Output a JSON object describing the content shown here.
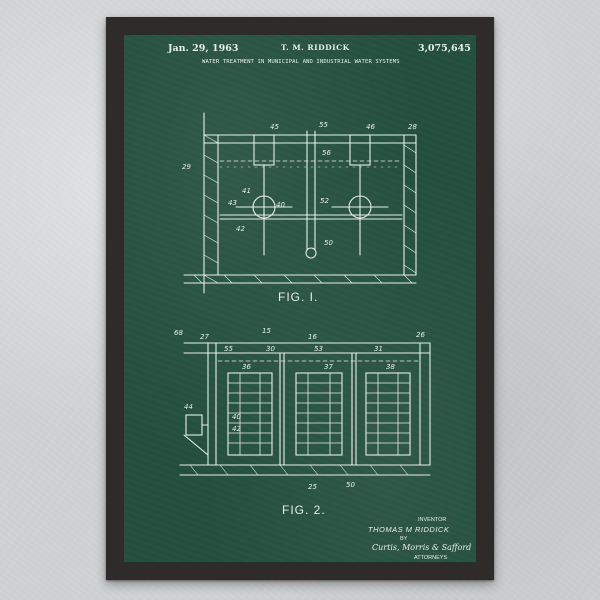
{
  "patent": {
    "date": "Jan. 29, 1963",
    "inventor_header": "T. M. RIDDICK",
    "number": "3,075,645",
    "title": "WATER TREATMENT IN MUNICIPAL AND INDUSTRIAL WATER SYSTEMS"
  },
  "figures": {
    "fig1_label": "FIG. I.",
    "fig2_label": "FIG. 2."
  },
  "fig1_refs": [
    "45",
    "55",
    "46",
    "28",
    "29",
    "56",
    "41",
    "52",
    "43",
    "40",
    "42",
    "50"
  ],
  "fig2_refs": [
    "68",
    "27",
    "15",
    "16",
    "26",
    "55",
    "30",
    "53",
    "31",
    "37",
    "38",
    "36",
    "44",
    "40",
    "42",
    "25",
    "50"
  ],
  "signature_block": {
    "inventor_label": "INVENTOR",
    "inventor_name": "THOMAS M RIDDICK",
    "by": "BY",
    "signature": "Curtis, Morris & Safford",
    "attorneys": "ATTORNEYS"
  },
  "colors": {
    "wall": "#cfd2d3",
    "frame": "#2e2b28",
    "board": "#244f3d",
    "chalk": "#e7eee9"
  }
}
